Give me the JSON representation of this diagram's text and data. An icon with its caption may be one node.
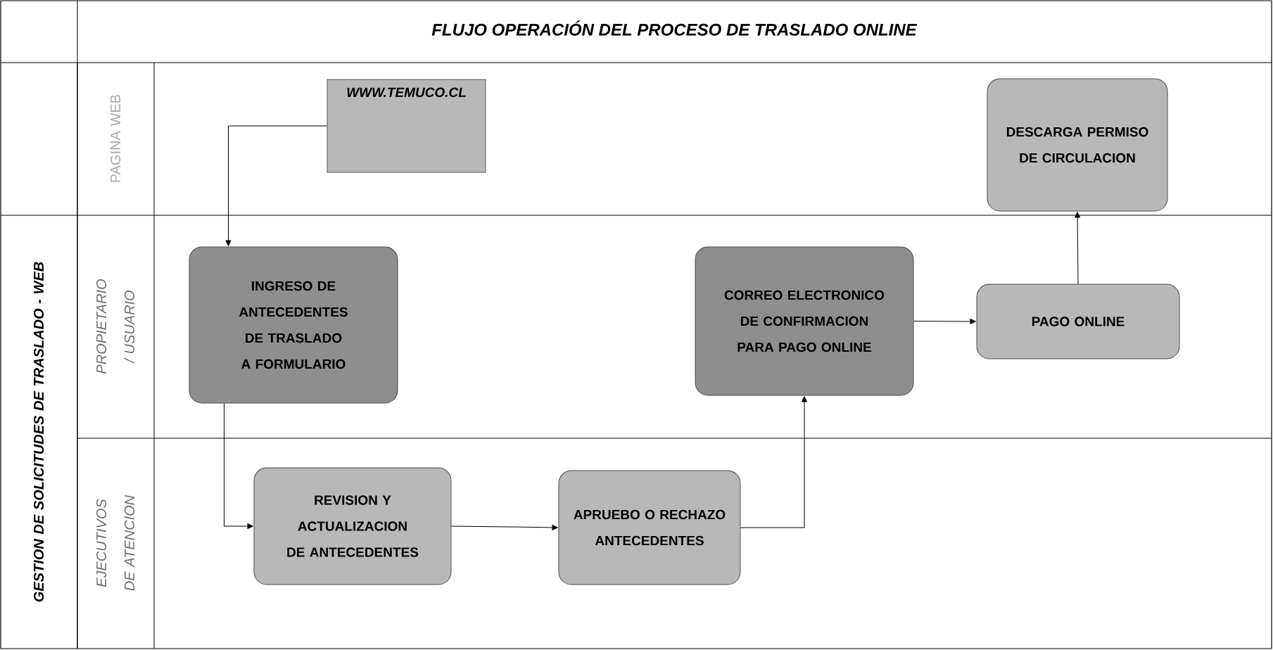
{
  "diagram": {
    "title": "FLUJO  OPERACIÓN DEL PROCESO DE TRASLADO ONLINE",
    "nodes": [
      {
        "text": [
          "WWW.TEMUCO.CL"
        ]
      },
      {
        "text": [
          "DESCARGA PERMISO DE CIRCULACION"
        ]
      },
      {
        "text": [
          "INGRESO DE ANTECEDENTES DE TRASLADO A FORMULARIO"
        ]
      },
      {
        "text": [
          "CORREO ELECTRONICO DE CONFIRMACION PARA PAGO ONLINE"
        ]
      },
      {
        "text": [
          "PAGO ONLINE"
        ]
      },
      {
        "text": [
          "REVISION Y ACTUALIZACION DE ANTECEDENTES"
        ]
      },
      {
        "text": [
          "APRUEBO O RECHAZO ANTECEDENTES"
        ]
      }
    ],
    "edges": [
      {
        "from": 0,
        "to": 2,
        "arrow": "to"
      },
      {
        "from": 2,
        "to": 5,
        "arrow": "to"
      },
      {
        "from": 5,
        "to": 6,
        "arrow": "to"
      },
      {
        "from": 6,
        "to": 3,
        "arrow": "to"
      },
      {
        "from": 3,
        "to": 4,
        "arrow": "to"
      },
      {
        "from": 4,
        "to": 1,
        "arrow": "to"
      }
    ],
    "labels": [
      "PAGINA WEB",
      "GESTION DE SOLICITUDES DE TRASLADO - WEB",
      "PROPIETARIO / USUARIO",
      "EJECUTIVOS DE ATENCION"
    ]
  }
}
